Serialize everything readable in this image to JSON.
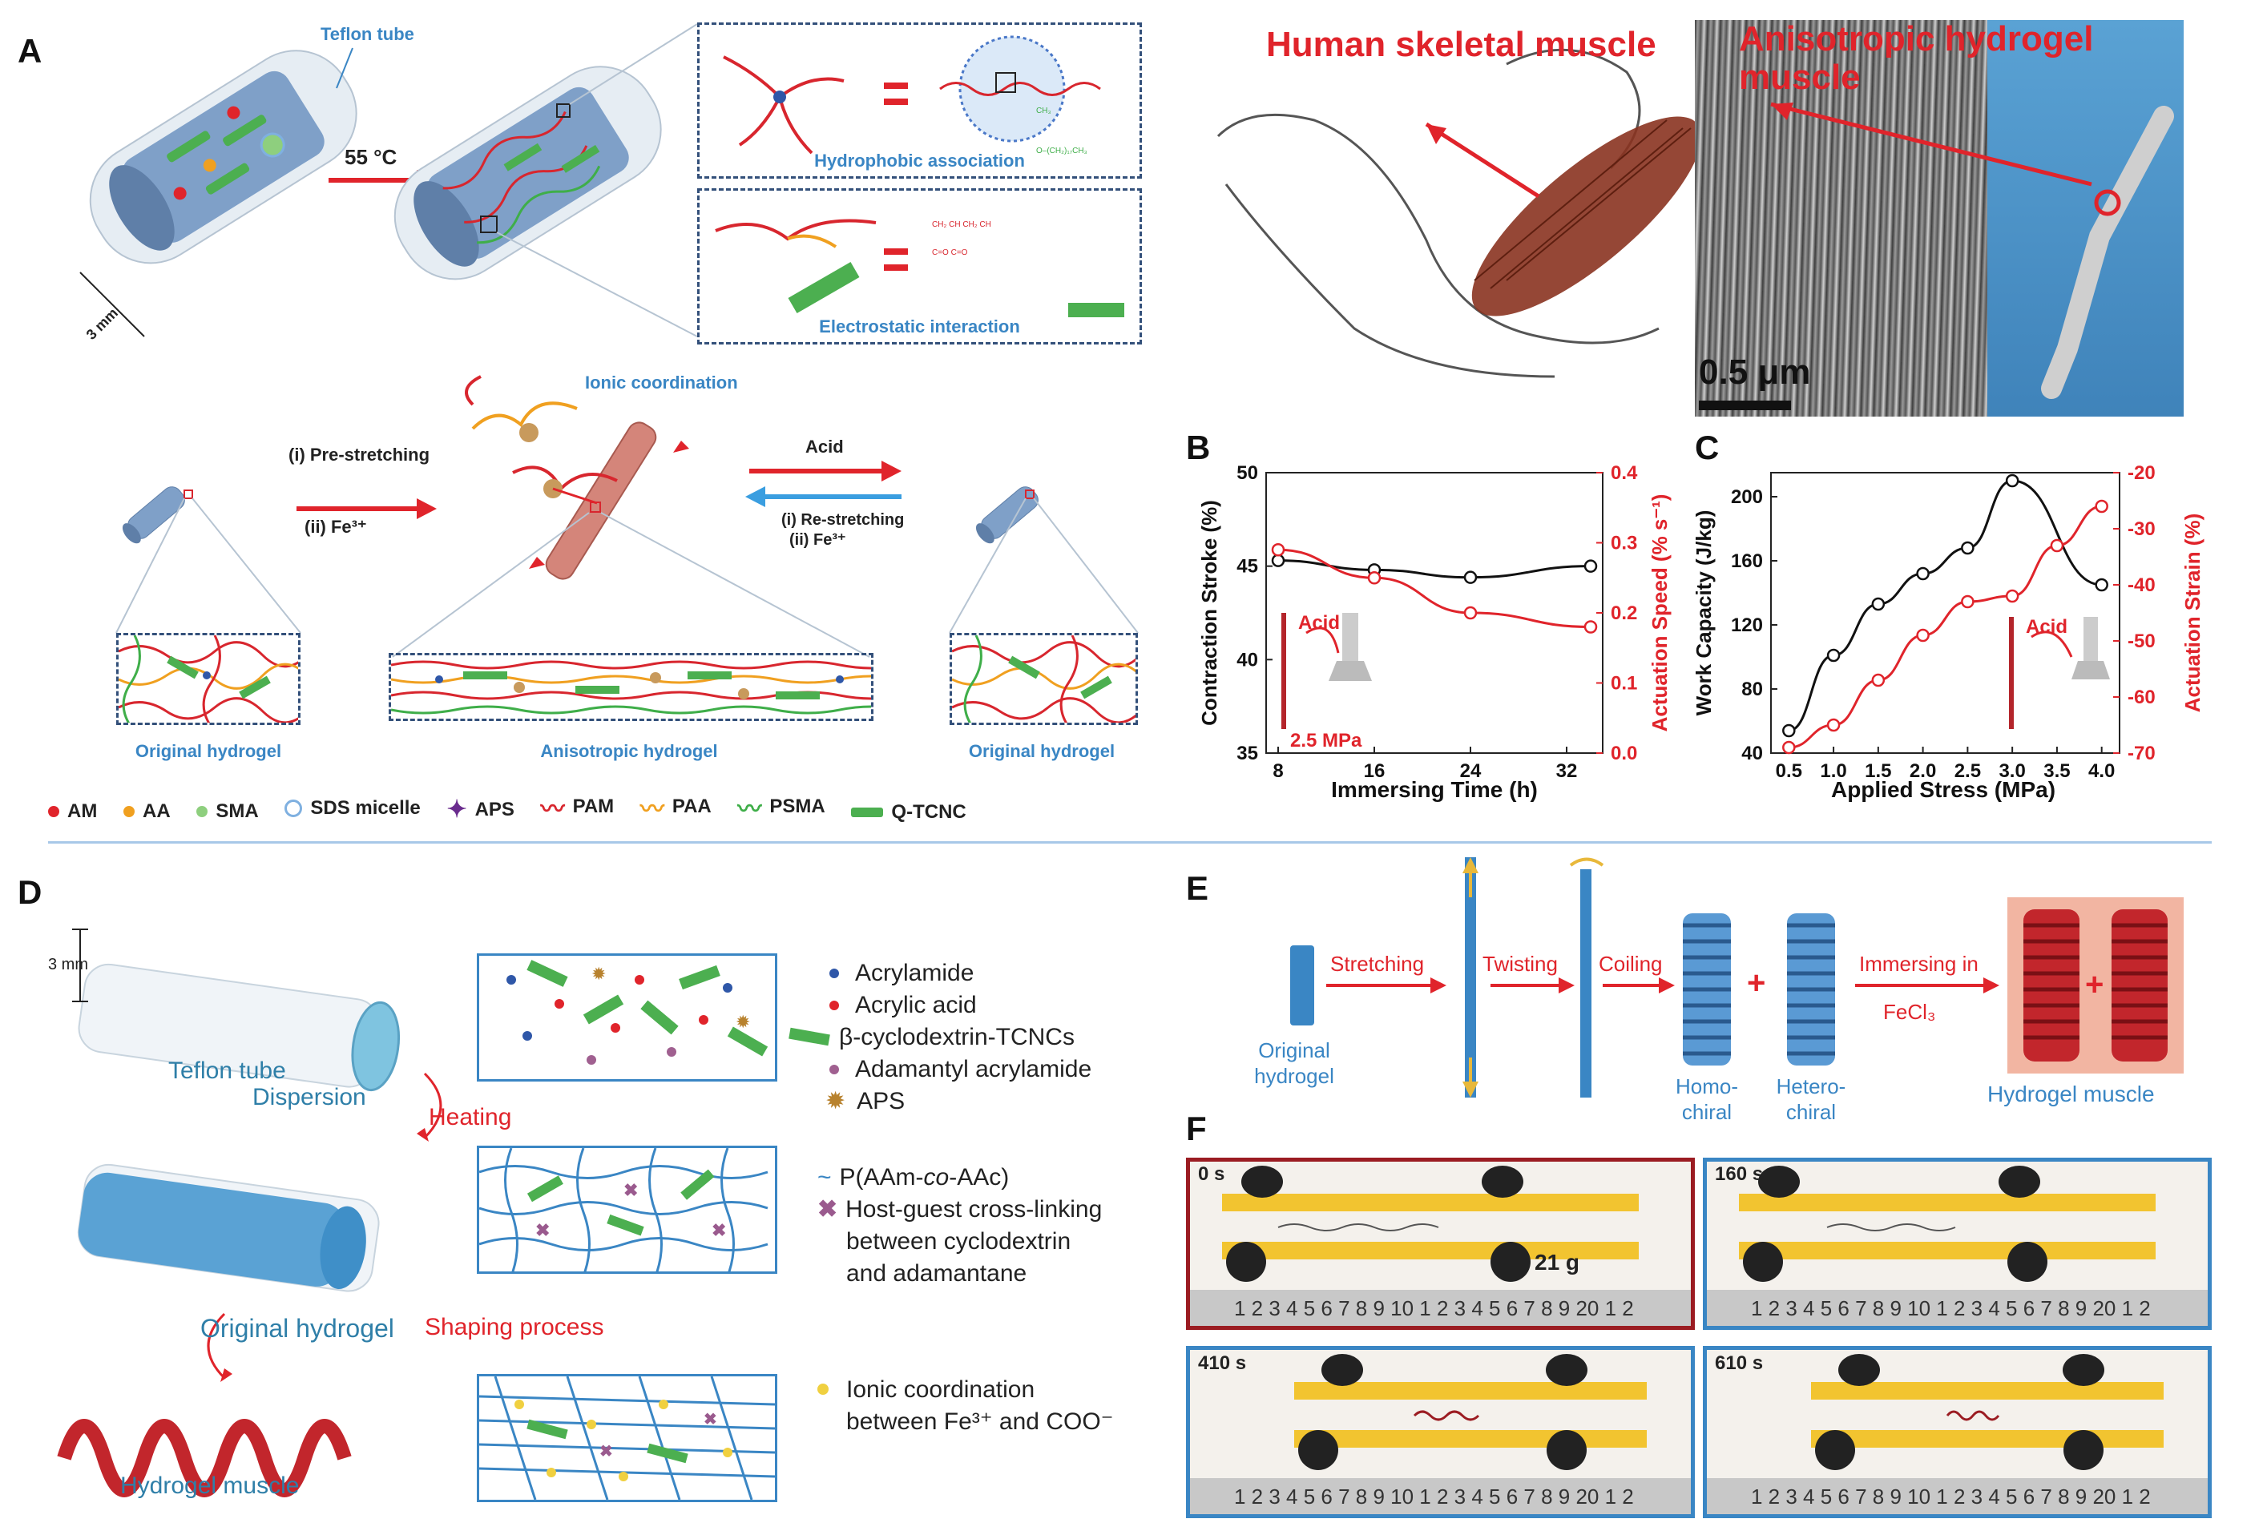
{
  "panels": {
    "A": "A",
    "B": "B",
    "C": "C",
    "D": "D",
    "E": "E",
    "F": "F"
  },
  "panelA": {
    "teflon_tube": "Teflon tube",
    "temp": "55 °C",
    "size": "3 mm",
    "hydrophobic": "Hydrophobic association",
    "electrostatic": "Electrostatic interaction",
    "ionic": "Ionic coordination",
    "prestretch_1": "(i) Pre-stretching",
    "prestretch_2": "(ii) Fe³⁺",
    "acid": "Acid",
    "restretch_1": "(i) Re-stretching",
    "restretch_2": "(ii) Fe³⁺",
    "original_left": "Original hydrogel",
    "anisotropic": "Anisotropic hydrogel",
    "original_right": "Original hydrogel",
    "legend": [
      "AM",
      "AA",
      "SMA",
      "SDS micelle",
      "APS",
      "PAM",
      "PAA",
      "PSMA",
      "Q-TCNC"
    ],
    "human_muscle": "Human skeletal muscle",
    "aniso_muscle": "Anisotropic hydrogel muscle",
    "scalebar": "0.5 μm",
    "colors": {
      "AM": "#e0242b",
      "AA": "#f0a020",
      "SMA": "#8ecf7e",
      "APS": "#6a2c8e",
      "PAM": "#d8262e",
      "PAA": "#f0a020",
      "PSMA": "#3fae49",
      "QTCNC": "#4caf50"
    }
  },
  "chart_data": [
    {
      "type": "line",
      "panel": "B",
      "xlabel": "Immersing Time (h)",
      "ylabel_left": "Contraction Stroke (%)",
      "ylabel_right": "Actuation Speed (% s⁻¹)",
      "x": [
        8,
        16,
        24,
        34
      ],
      "xticks": [
        8,
        16,
        24,
        32
      ],
      "yticks_left": [
        35,
        40,
        45,
        50
      ],
      "yticks_right": [
        "0.0",
        "0.1",
        "0.2",
        "0.3",
        "0.4"
      ],
      "ylim_left": [
        35,
        50
      ],
      "ylim_right": [
        0,
        0.4
      ],
      "xlim": [
        7,
        35
      ],
      "series": [
        {
          "axis": "left",
          "color": "#111111",
          "values": [
            45.3,
            44.8,
            44.4,
            45.0
          ]
        },
        {
          "axis": "right",
          "color": "#e0242b",
          "values": [
            0.29,
            0.25,
            0.2,
            0.18
          ]
        }
      ],
      "inset": {
        "acid": "Acid",
        "stress": "2.5 MPa"
      }
    },
    {
      "type": "line",
      "panel": "C",
      "xlabel": "Applied Stress (MPa)",
      "ylabel_left": "Work Capacity (J/kg)",
      "ylabel_right": "Actuation Strain (%)",
      "x": [
        0.5,
        1.0,
        1.5,
        2.0,
        2.5,
        3.0,
        3.5,
        4.0
      ],
      "xticks": [
        "0.5",
        "1.0",
        "1.5",
        "2.0",
        "2.5",
        "3.0",
        "3.5",
        "4.0"
      ],
      "yticks_left": [
        40,
        80,
        120,
        160,
        200
      ],
      "yticks_right": [
        -70,
        -60,
        -50,
        -40,
        -30,
        -20
      ],
      "ylim_left": [
        40,
        215
      ],
      "ylim_right": [
        -70,
        -20
      ],
      "xlim": [
        0.3,
        4.2
      ],
      "series": [
        {
          "axis": "left",
          "color": "#111111",
          "values": [
            54,
            101,
            133,
            152,
            168,
            210,
            null,
            145
          ]
        },
        {
          "axis": "right",
          "color": "#e0242b",
          "values": [
            -69,
            -65,
            -57,
            -49,
            -43,
            -42,
            -33,
            -26
          ]
        }
      ],
      "inset": {
        "acid": "Acid"
      }
    }
  ],
  "panelD": {
    "size": "3 mm",
    "teflon": "Teflon tube",
    "dispersion": "Dispersion",
    "heating": "Heating",
    "original": "Original hydrogel",
    "shaping": "Shaping process",
    "muscle": "Hydrogel muscle",
    "legend1": [
      "Acrylamide",
      "Acrylic acid",
      "β-cyclodextrin-TCNCs",
      "Adamantyl acrylamide",
      "APS"
    ],
    "legend2_pre": "P(AAm-",
    "legend2_ital": "co",
    "legend2_post": "-AAc)",
    "legend2b": "Host-guest cross-linking",
    "legend2c": "between cyclodextrin",
    "legend2d": "and adamantane",
    "legend3a": "Ionic coordination",
    "legend3b": "between Fe³⁺ and COO⁻"
  },
  "panelE": {
    "original_1": "Original",
    "original_2": "hydrogel",
    "stretching": "Stretching",
    "twisting": "Twisting",
    "coiling": "Coiling",
    "homo_1": "Homo-",
    "homo_2": "chiral",
    "hetero_1": "Hetero-",
    "hetero_2": "chiral",
    "immersing_1": "Immersing in",
    "immersing_2": "FeCl₃",
    "muscle": "Hydrogel muscle",
    "plus": "+"
  },
  "panelF": {
    "frames": [
      {
        "time": "0 s",
        "weight": "21 g"
      },
      {
        "time": "160 s"
      },
      {
        "time": "410 s"
      },
      {
        "time": "610 s"
      }
    ],
    "ruler": "1 2 3 4 5 6 7 8 9 10 1 2 3 4 5 6 7 8 9 20 1 2"
  }
}
